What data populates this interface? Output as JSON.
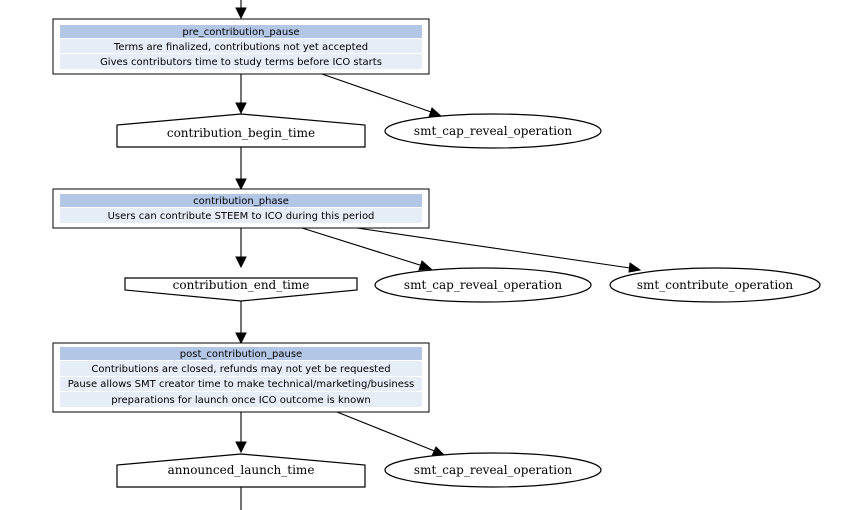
{
  "phases": {
    "pre": {
      "title": "pre_contribution_pause",
      "lines": [
        "Terms are finalized, contributions not yet accepted",
        "Gives contributors time to study terms before ICO starts"
      ]
    },
    "contribution": {
      "title": "contribution_phase",
      "lines": [
        "Users can contribute STEEM to ICO during this period"
      ]
    },
    "post": {
      "title": "post_contribution_pause",
      "lines": [
        "Contributions are closed, refunds may not yet be requested",
        "Pause allows SMT creator time to make technical/marketing/business",
        "preparations for launch once ICO outcome is known"
      ]
    }
  },
  "events": {
    "begin": "contribution_begin_time",
    "end": "contribution_end_time",
    "launch": "announced_launch_time"
  },
  "operations": {
    "reveal_1": "smt_cap_reveal_operation",
    "reveal_2": "smt_cap_reveal_operation",
    "contribute": "smt_contribute_operation",
    "reveal_3": "smt_cap_reveal_operation"
  }
}
